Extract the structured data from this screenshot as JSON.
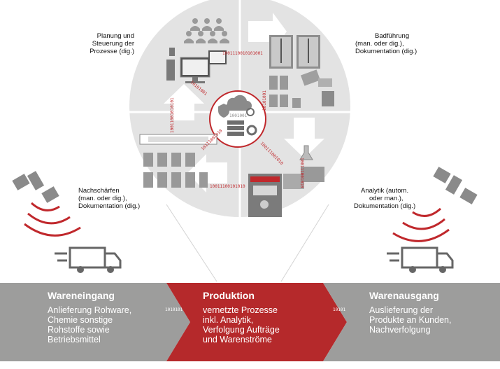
{
  "labels": {
    "planung": [
      "Planung und",
      "Steuerung der",
      "Prozesse (dig.)"
    ],
    "badfuehrung": [
      "Badführung",
      "(man. oder dig.),",
      "Dokumentation (dig.)"
    ],
    "nachschaerfen": [
      "Nachschärfen",
      "(man. oder dig.),",
      "Dokumentation (dig.)"
    ],
    "analytik": [
      "Analytik (autom.",
      "oder man.),",
      "Dokumentation (dig.)"
    ]
  },
  "binary": {
    "top": "1001110010101001",
    "diag_upper": "10101001",
    "diag_lower": "10111001010",
    "vert_left": "10011001010101",
    "vert_right": "100111001010",
    "diag_center": "100111001010",
    "vert_small": "10101001",
    "bottom": "10011100101010",
    "bar_left": "1010101",
    "bar_right": "10101"
  },
  "stages": [
    {
      "title": "Wareneingang",
      "lines": [
        "Anlieferung Rohware,",
        "Chemie sonstige",
        "Rohstoffe sowie",
        "Betriebsmittel"
      ]
    },
    {
      "title": "Produktion",
      "lines": [
        "vernetzte Prozesse",
        "inkl. Analytik,",
        "Verfolgung Aufträge",
        "und Warenströme"
      ]
    },
    {
      "title": "Warenausgang",
      "lines": [
        "Auslieferung der",
        "Produkte an Kunden,",
        "Nachverfolgung"
      ]
    }
  ],
  "colors": {
    "grey": "#9d9d9c",
    "red": "#b5292b",
    "accent_red": "#c0282c",
    "circle": "#e3e3e3"
  }
}
